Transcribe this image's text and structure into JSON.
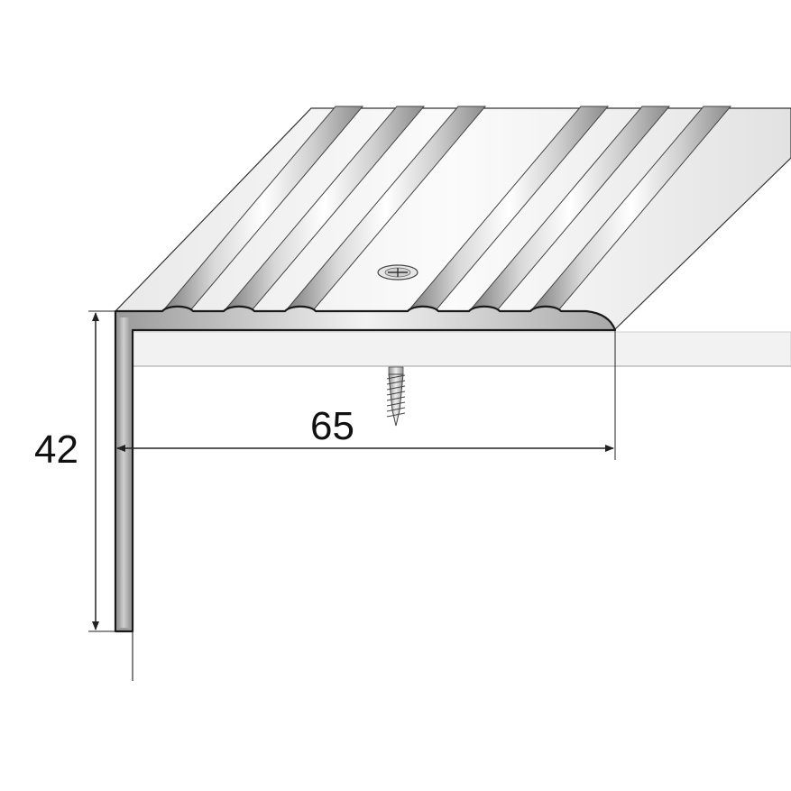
{
  "dimensions": {
    "height_label": "42",
    "width_label": "65"
  },
  "colors": {
    "background": "#ffffff",
    "outline": "#1a1a1a",
    "metal_light": "#f4f4f4",
    "metal_mid": "#c9c9c9",
    "metal_dark": "#8a8a8a",
    "step_surface": "#f1f1f1",
    "dimension_line": "#222222"
  },
  "parts": {
    "profile": "stair-nosing-angle-profile",
    "fastener": "countersunk-screw",
    "step": "stair-step-board"
  }
}
